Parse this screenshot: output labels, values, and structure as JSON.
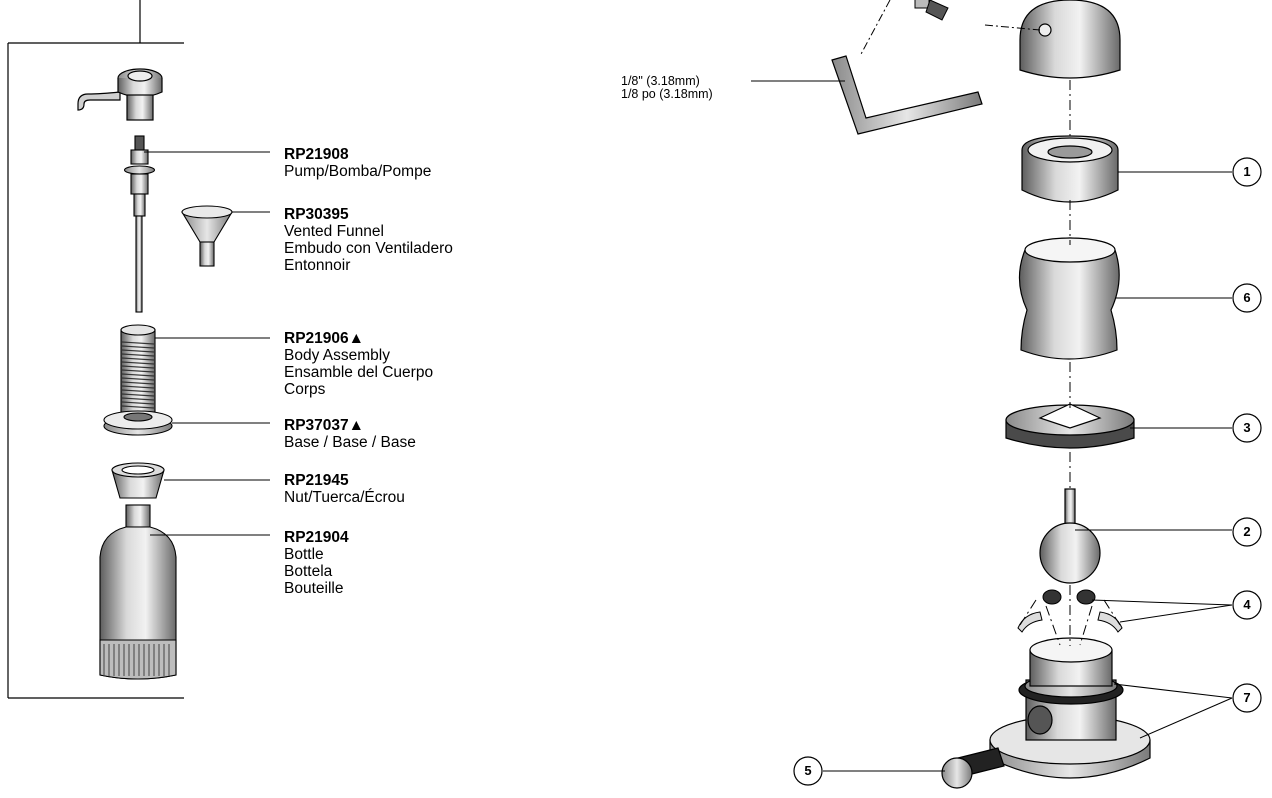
{
  "parts_left": [
    {
      "part_number": "RP21908",
      "lines": [
        "Pump/Bomba/Pompe"
      ]
    },
    {
      "part_number": "RP30395",
      "lines": [
        "Vented Funnel",
        "Embudo con Ventiladero",
        "Entonnoir"
      ]
    },
    {
      "part_number": "RP21906▲",
      "lines": [
        "Body Assembly",
        "Ensamble del Cuerpo",
        "Corps"
      ]
    },
    {
      "part_number": "RP37037▲",
      "lines": [
        "Base / Base / Base"
      ]
    },
    {
      "part_number": "RP21945",
      "lines": [
        "Nut/Tuerca/Écrou"
      ]
    },
    {
      "part_number": "RP21904",
      "lines": [
        "Bottle",
        "Bottela",
        "Bouteille"
      ]
    }
  ],
  "wrench": {
    "line1": "1/8\" (3.18mm)",
    "line2": "1/8 po (3.18mm)"
  },
  "callouts": [
    "1",
    "6",
    "3",
    "2",
    "4",
    "7",
    "5"
  ],
  "colors": {
    "line": "#000000",
    "fill": "#ffffff",
    "shade": "#8a8a8a",
    "light": "#c8c8c8"
  }
}
